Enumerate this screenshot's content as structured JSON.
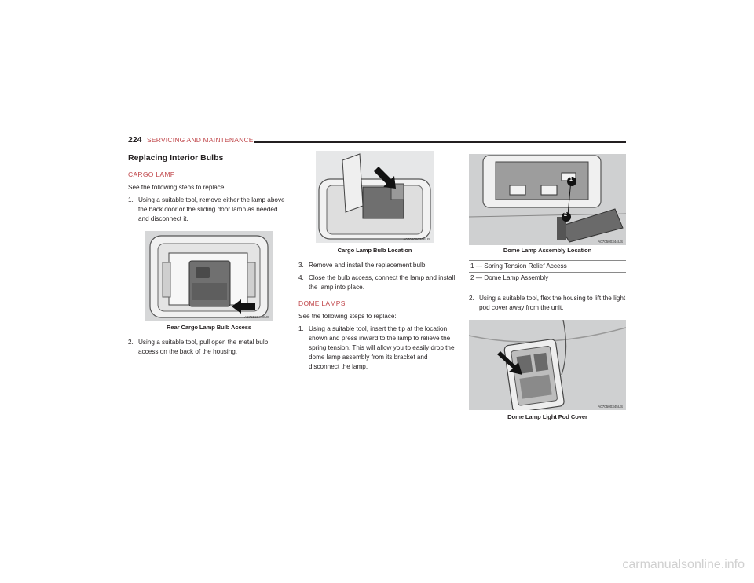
{
  "header": {
    "page_number": "224",
    "section": "SERVICING AND MAINTENANCE"
  },
  "col1": {
    "title": "Replacing Interior Bulbs",
    "subhead": "CARGO LAMP",
    "intro": "See the following steps to replace:",
    "steps": [
      {
        "num": "1.",
        "text": "Using a suitable tool, remove either the lamp above the back door or the sliding door lamp as needed and disconnect it."
      },
      {
        "num": "2.",
        "text": "Using a suitable tool, pull open the metal bulb access on the back of the housing."
      }
    ],
    "figure": {
      "code": "A070500343US",
      "caption": "Rear Cargo Lamp Bulb Access"
    }
  },
  "col2": {
    "figure": {
      "code": "A070500034BUS",
      "caption": "Cargo Lamp Bulb Location"
    },
    "steps": [
      {
        "num": "3.",
        "text": "Remove and install the replacement bulb."
      },
      {
        "num": "4.",
        "text": "Close the bulb access, connect the lamp and install the lamp into place."
      }
    ],
    "subhead": "DOME LAMPS",
    "intro": "See the following steps to replace:",
    "dome_steps": [
      {
        "num": "1.",
        "text": "Using a suitable tool, insert the tip at the location shown and press inward to the lamp to relieve the spring tension. This will allow you to easily drop the dome lamp assembly from its bracket and disconnect the lamp."
      }
    ]
  },
  "col3": {
    "figure": {
      "code": "A070500344US",
      "caption": "Dome Lamp Assembly Location",
      "callouts": [
        "1",
        "2"
      ]
    },
    "legend": [
      "1 — Spring Tension Relief Access",
      "2 — Dome Lamp Assembly"
    ],
    "steps": [
      {
        "num": "2.",
        "text": "Using a suitable tool, flex the housing to lift the light pod cover away from the unit."
      }
    ],
    "figure2": {
      "code": "A070500345US",
      "caption": "Dome Lamp Light Pod Cover"
    }
  },
  "watermark": "carmanualsonline.info",
  "colors": {
    "accent": "#c0464a",
    "text": "#231f20",
    "figure_bg": "#d9dadb"
  }
}
